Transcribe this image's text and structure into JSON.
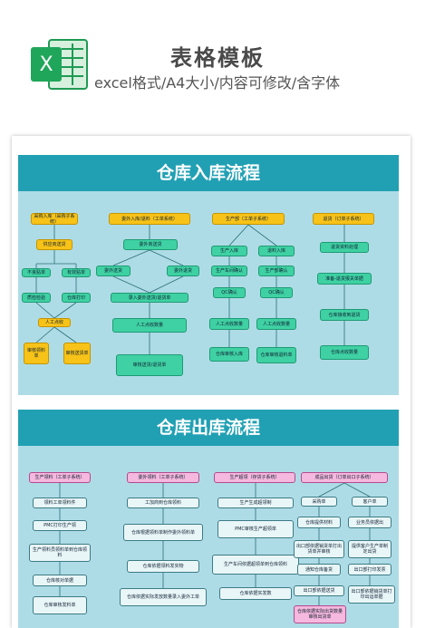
{
  "header": {
    "title": "表格模板",
    "subtitle": "excel格式/A4大小/内容可修改/含字体",
    "logo_letter": "X"
  },
  "inbound": {
    "title": "仓库入库流程",
    "col1": [
      "采购入库（采购子系统）",
      "供应商送货",
      "不良贴单",
      "有效贴单",
      "质检检验",
      "仓库打印",
      "人工点收",
      "审核领料单",
      "审核送货单"
    ],
    "col2": [
      "委外入库/退料（工单系统）",
      "委外商送货",
      "委外送货",
      "委外退货",
      "录入委外送货/退货单",
      "人工点收数量",
      "审核送货/退货单"
    ],
    "col3": [
      "生产部（工单子系统）",
      "生产入库",
      "退料入库",
      "生产车间确认",
      "生产部确认",
      "QC确认",
      "QC确认",
      "人工点收数量",
      "人工点收数量",
      "仓库审核入库",
      "仓库审核退料单"
    ],
    "col4": [
      "退货（订单子系统）",
      "退货资料处理",
      "准备-退货报关单据",
      "仓库接收到退货",
      "仓库点收数量"
    ]
  },
  "outbound": {
    "title": "仓库出库流程",
    "col1": [
      "生产领料（工单子系统）",
      "领料工单领料件",
      "PMC打印生产领",
      "生产领料员领料单到仓库领料",
      "仓库核对单据",
      "仓库审核发料单"
    ],
    "col2": [
      "委外领料（工单子系统）",
      "工加商到仓库领料",
      "仓库根据领料单制作委外领料单",
      "仓库依据领料发实物",
      "仓库依据实际发放数量录入委外工单"
    ],
    "col3": [
      "生产超领（存货子系统）",
      "生产生成超领制",
      "PMC审核生产超领单",
      "生产车间依据超领单到仓库领料",
      "仓库依据实发数"
    ],
    "col4": [
      "成品出货（订单出口子系统）",
      "采购单",
      "客户单",
      "仓库提供材料",
      "业务员依据出",
      "出口部依据销货单打出货单并审核",
      "提供客户生产单制定出货",
      "通知仓库备货",
      "出口部打印发票",
      "出口部依据送货",
      "出口部依据销货单打印出运单据",
      "仓库依据实际出货数量审核出货单"
    ]
  }
}
